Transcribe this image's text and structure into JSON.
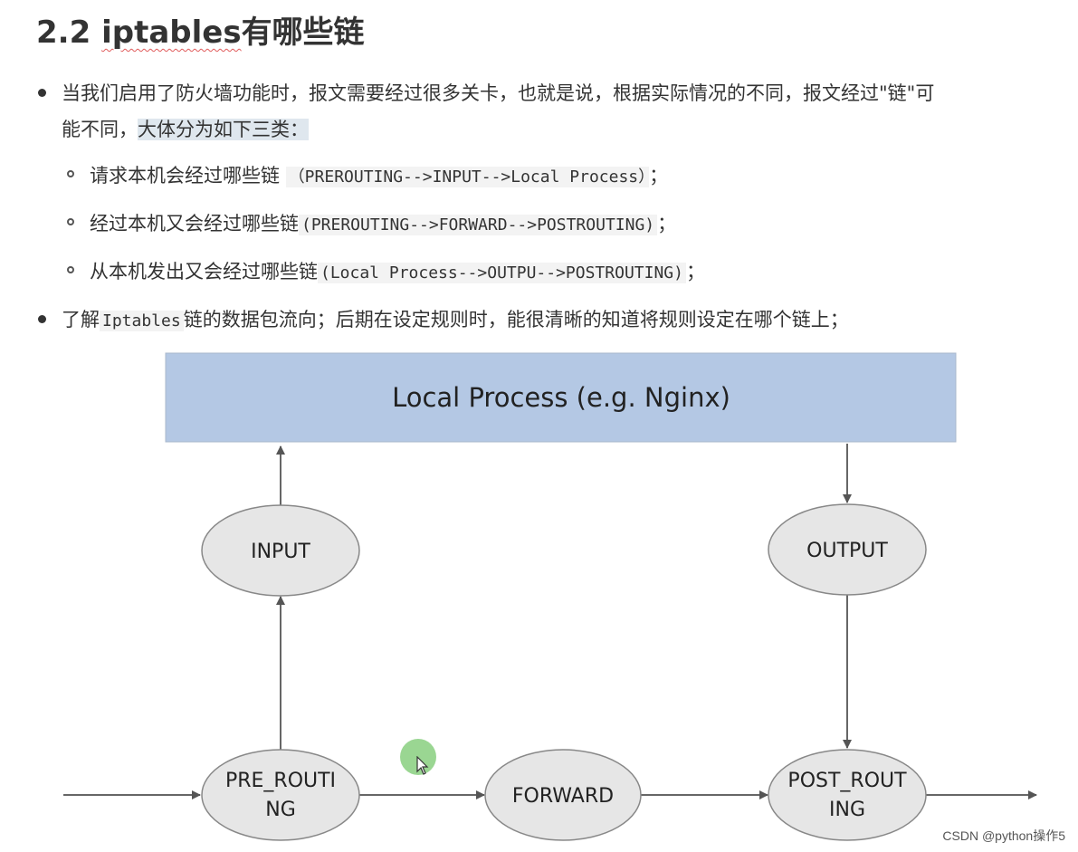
{
  "heading": {
    "number": "2.2",
    "keyword": "iptables",
    "rest": "有哪些链"
  },
  "bullets": {
    "intro_line1": "当我们启用了防火墙功能时，报文需要经过很多关卡，也就是说，根据实际情况的不同，报文经过\"链\"可",
    "intro_line2_prefix": "能不同，",
    "intro_line2_highlight": "大体分为如下三类：",
    "sub1_text": "请求本机会经过哪些链",
    "sub1_code": "（PREROUTING-->INPUT-->Local Process）",
    "sub1_end": "；",
    "sub2_text": "经过本机又会经过哪些链",
    "sub2_code": "(PREROUTING-->FORWARD-->POSTROUTING)",
    "sub2_end": "；",
    "sub3_text": "从本机发出又会经过哪些链",
    "sub3_code": "(Local Process-->OUTPU-->POSTROUTING)",
    "sub3_end": "；",
    "second_prefix": "了解",
    "second_code": "Iptables",
    "second_rest": "链的数据包流向；后期在设定规则时，能很清晰的知道将规则设定在哪个链上；"
  },
  "diagram": {
    "process_box": "Local Process (e.g. Nginx)",
    "input": "INPUT",
    "output": "OUTPUT",
    "prerouting_line1": "PRE_ROUTI",
    "prerouting_line2": "NG",
    "forward": "FORWARD",
    "postrouting_line1": "POST_ROUT",
    "postrouting_line2": "ING",
    "box_color": "#b4c8e4",
    "node_color": "#e6e6e6"
  },
  "watermark": "CSDN @python操作5"
}
